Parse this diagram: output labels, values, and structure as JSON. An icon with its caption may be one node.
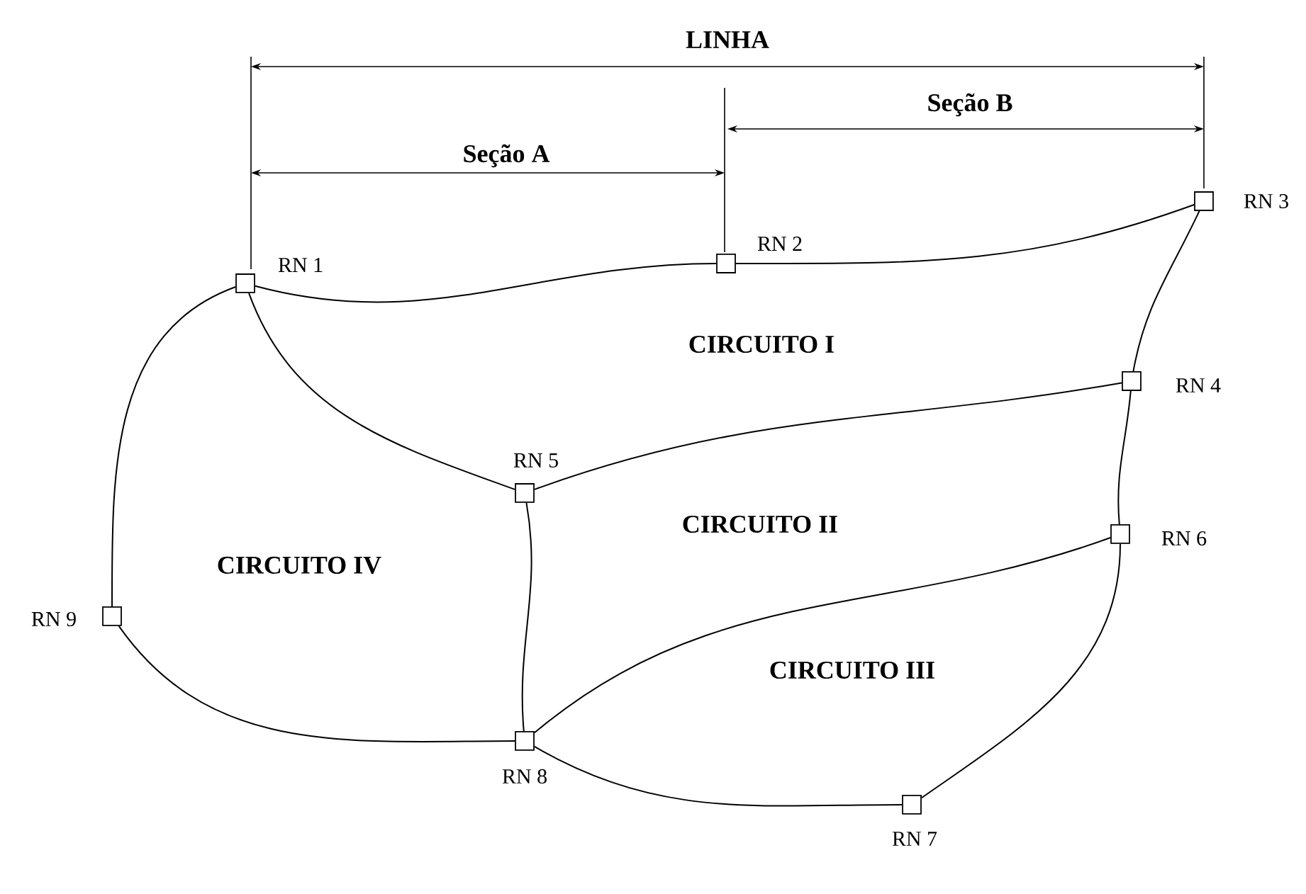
{
  "diagram": {
    "nodes": [
      {
        "text": [],
        "shape": "box",
        "beside": [
          "RN 1"
        ]
      },
      {
        "text": [],
        "shape": "box",
        "beside": [
          "RN 2"
        ]
      },
      {
        "text": [],
        "shape": "box",
        "beside": [
          "RN 3"
        ]
      },
      {
        "text": [],
        "shape": "box",
        "beside": [
          "RN 4"
        ]
      },
      {
        "text": [],
        "shape": "box",
        "beside": [
          "RN 5"
        ]
      },
      {
        "text": [],
        "shape": "box",
        "beside": [
          "RN 6"
        ]
      },
      {
        "text": [],
        "shape": "box",
        "beside": [
          "RN 7"
        ]
      },
      {
        "text": [],
        "shape": "box",
        "beside": [
          "RN 8"
        ]
      },
      {
        "text": [],
        "shape": "box",
        "beside": [
          "RN 9"
        ]
      }
    ],
    "edges": [
      {
        "from": 0,
        "to": 1,
        "arrow": "none"
      },
      {
        "from": 1,
        "to": 2,
        "arrow": "none"
      },
      {
        "from": 2,
        "to": 3,
        "arrow": "none"
      },
      {
        "from": 3,
        "to": 5,
        "arrow": "none"
      },
      {
        "from": 5,
        "to": 6,
        "arrow": "none"
      },
      {
        "from": 6,
        "to": 7,
        "arrow": "none"
      },
      {
        "from": 7,
        "to": 8,
        "arrow": "none"
      },
      {
        "from": 8,
        "to": 0,
        "arrow": "none"
      },
      {
        "from": 0,
        "to": 4,
        "arrow": "none"
      },
      {
        "from": 4,
        "to": 3,
        "arrow": "none"
      },
      {
        "from": 4,
        "to": 7,
        "arrow": "none"
      },
      {
        "from": 7,
        "to": 5,
        "arrow": "none"
      }
    ],
    "labels": [
      "LINHA",
      "Seção B",
      "Seção A",
      "CIRCUITO I",
      "CIRCUITO II",
      "CIRCUITO IV",
      "CIRCUITO III"
    ]
  }
}
